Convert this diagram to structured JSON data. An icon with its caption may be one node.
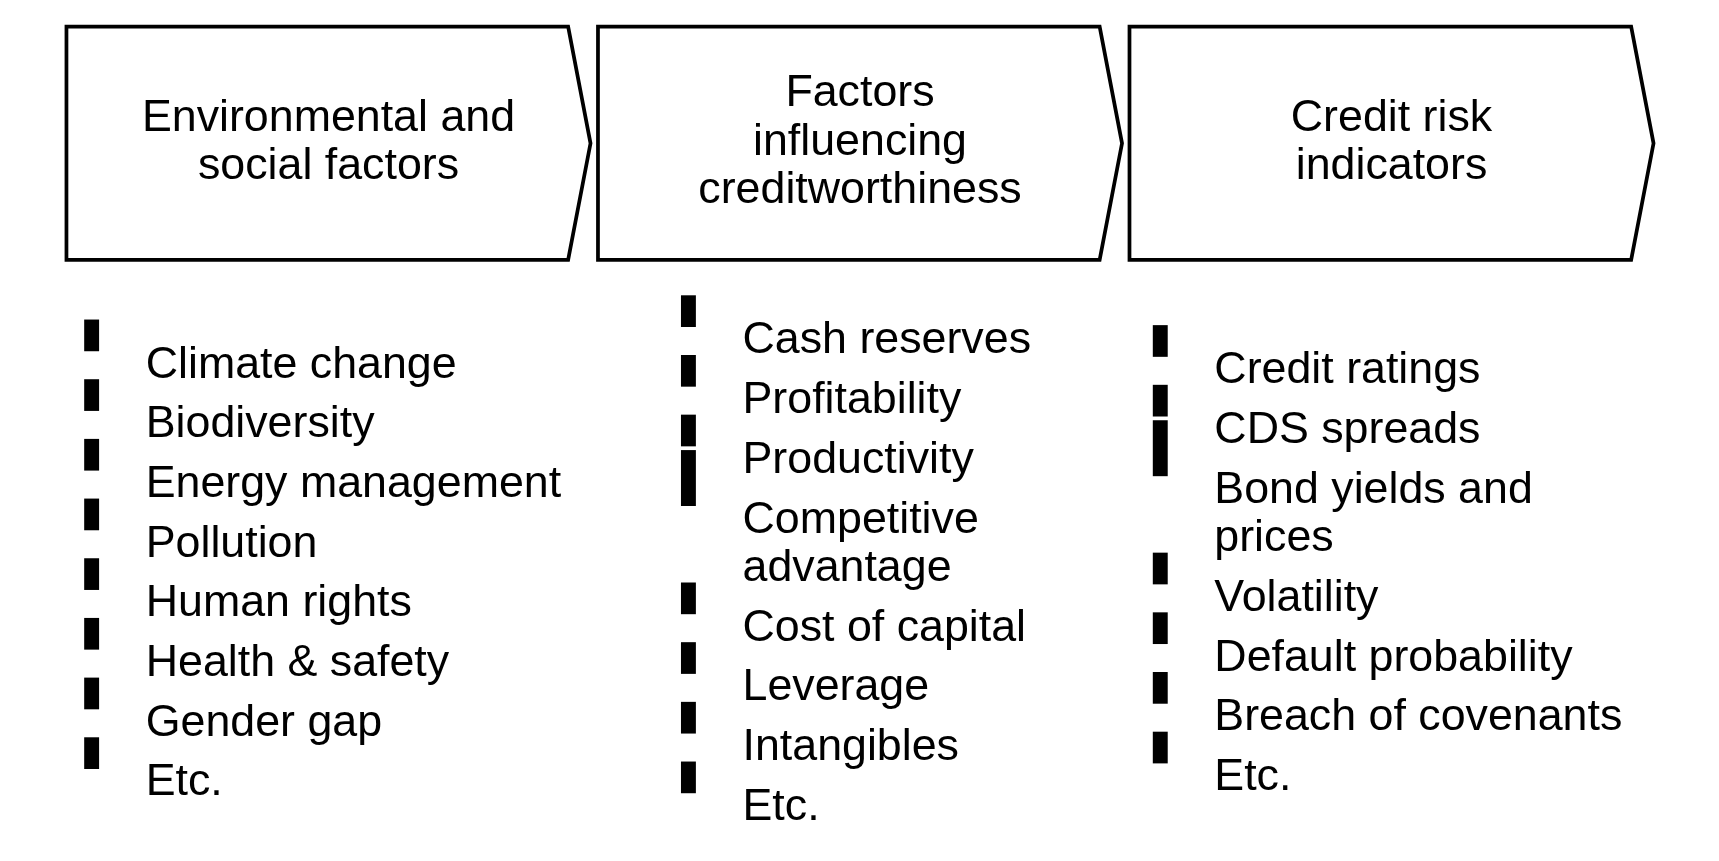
{
  "diagram": {
    "nodes": [
      {
        "text": [
          "Environmental and social factors"
        ],
        "beside": [
          "Climate change",
          "Biodiversity",
          "Energy management",
          "Pollution",
          "Human rights",
          "Health & safety",
          "Gender gap",
          "Etc."
        ]
      },
      {
        "text": [
          "Factors influencing creditworthiness"
        ],
        "beside": [
          "Cash reserves",
          "Profitability",
          "Productivity",
          "Competitive advantage",
          "Cost of capital",
          "Leverage",
          "Intangibles",
          "Etc."
        ]
      },
      {
        "text": [
          "Credit risk indicators"
        ],
        "beside": [
          "Credit ratings",
          "CDS spreads",
          "Bond yields and prices",
          "Volatility",
          "Default probability",
          "Breach of covenants",
          "Etc."
        ]
      }
    ]
  }
}
